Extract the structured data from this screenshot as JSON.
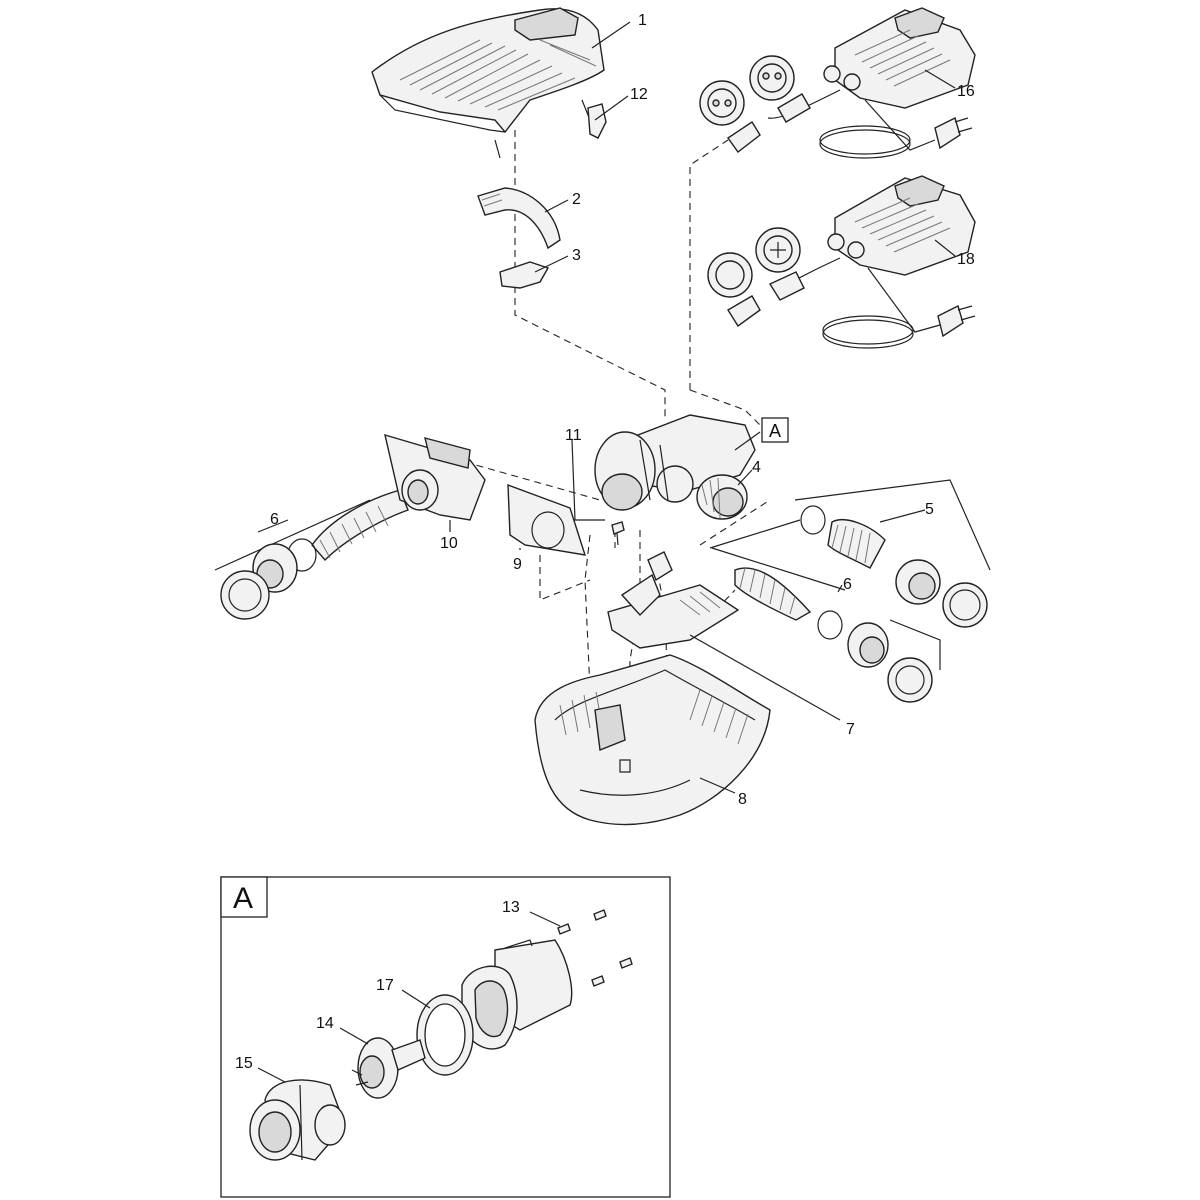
{
  "callouts": {
    "c1": "1",
    "c2": "2",
    "c3": "3",
    "c4": "4",
    "c5": "5",
    "c6a": "6",
    "c6b": "6",
    "c7": "7",
    "c8": "8",
    "c9": "9",
    "c10": "10",
    "c11": "11",
    "c12": "12",
    "c13": "13",
    "c14": "14",
    "c15": "15",
    "c16": "16",
    "c17": "17",
    "c18": "18"
  },
  "detail_reference": "A",
  "inset": {
    "title": "A"
  },
  "colors": {
    "stroke": "#222222",
    "part_fill": "#f2f2f2",
    "shade": "#d9d9d9"
  }
}
